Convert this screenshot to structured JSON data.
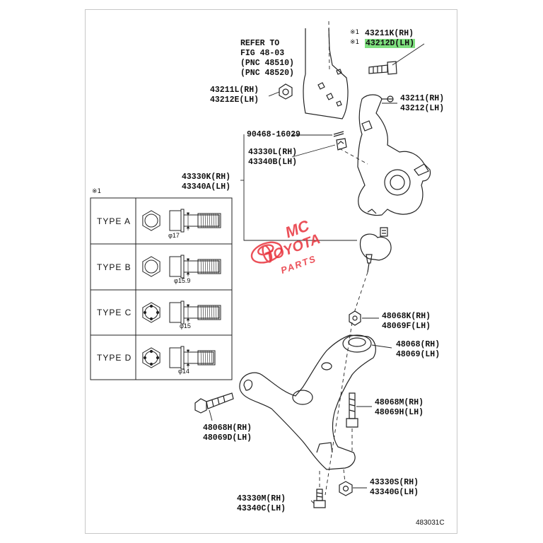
{
  "figure_code": "483031C",
  "refer_note": [
    "REFER TO",
    "FIG 48-03",
    "(PNC 48510)",
    "(PNC 48520)"
  ],
  "note_mark": "※1",
  "callouts": {
    "bolt_top": {
      "rh": "43211K(RH)",
      "lh": "43212D(LH)",
      "highlight_color": "#7fe07f"
    },
    "nut_small": {
      "rh": "43211L(RH)",
      "lh": "43212E(LH)"
    },
    "knuckle": {
      "rh": "43211(RH)",
      "lh": "43212(LH)"
    },
    "cotter_pin": "90468-16029",
    "castle_nut": {
      "rh": "43330L(RH)",
      "lh": "43340B(LH)"
    },
    "ball_joint": {
      "rh": "43330K(RH)",
      "lh": "43340A(LH)"
    },
    "arm_nut": {
      "rh": "48068K(RH)",
      "lh": "48069F(LH)"
    },
    "lower_arm": {
      "rh": "48068(RH)",
      "lh": "48069(LH)"
    },
    "arm_bolt_vertical": {
      "rh": "48068M(RH)",
      "lh": "48069H(LH)"
    },
    "arm_bolt_horizontal": {
      "rh": "48068H(RH)",
      "lh": "48069D(LH)"
    },
    "bj_nut": {
      "rh": "43330S(RH)",
      "lh": "43340G(LH)"
    },
    "bj_bolt": {
      "rh": "43330M(RH)",
      "lh": "43340C(LH)"
    }
  },
  "type_table": {
    "rows": [
      {
        "label": "TYPE A",
        "diameter": "φ17"
      },
      {
        "label": "TYPE B",
        "diameter": "φ15.9"
      },
      {
        "label": "TYPE C",
        "diameter": "φ15"
      },
      {
        "label": "TYPE D",
        "diameter": "φ14"
      }
    ]
  },
  "watermark": {
    "line1": "MC",
    "line2": "TOYOTA",
    "line3": "PARTS",
    "color": "#e8323c"
  }
}
